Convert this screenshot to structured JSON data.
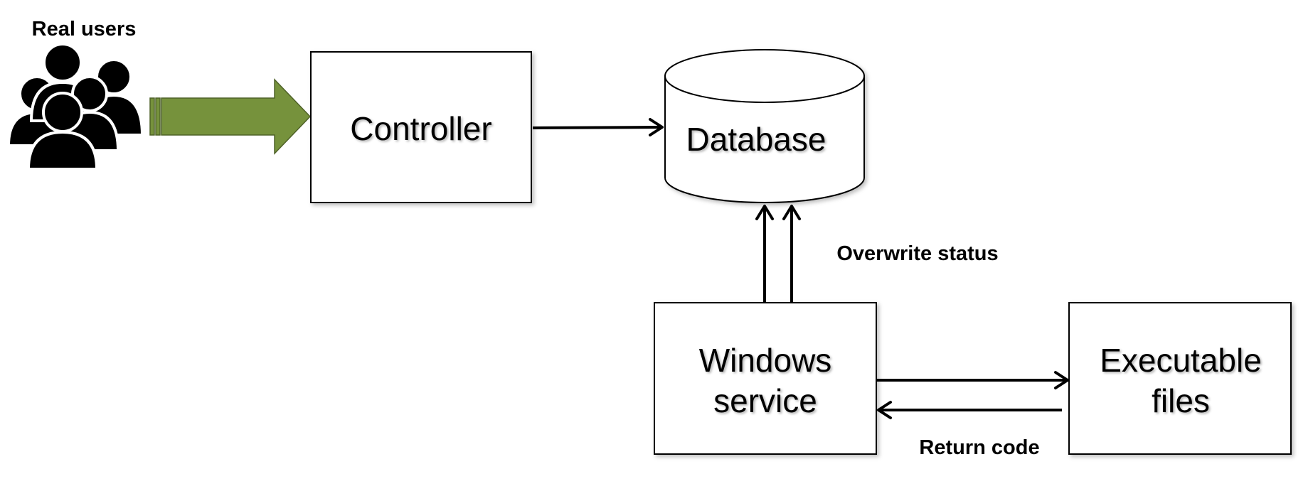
{
  "labels": {
    "real_users": "Real users",
    "controller": "Controller",
    "database": "Database",
    "windows_service_line1": "Windows",
    "windows_service_line2": "service",
    "executable_line1": "Executable",
    "executable_line2": "files",
    "overwrite_status": "Overwrite status",
    "return_code": "Return code"
  },
  "icons": {
    "users": "users-group-icon",
    "big_arrow": "block-arrow-right"
  },
  "colors": {
    "big_arrow_fill": "#76923c",
    "big_arrow_stroke": "#4f6228",
    "line": "#000000"
  }
}
